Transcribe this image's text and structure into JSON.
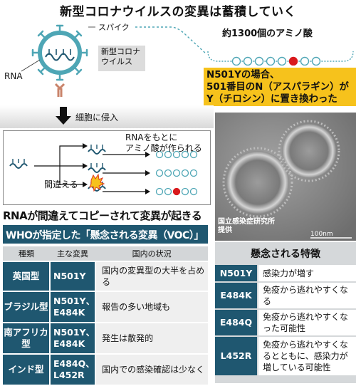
{
  "title": "新型コロナウイルスの変異は蓄積していく",
  "virus": {
    "spike_label": "スパイク",
    "name_line1": "新型コロナ",
    "name_line2": "ウイルス",
    "rna_label": "RNA"
  },
  "amino": {
    "heading": "約1300個のアミノ酸",
    "mutation_line1": "N501Yの場合、",
    "mutation_line2": "501番目のN（アスパラギン）が",
    "mutation_line3": "Y（チロシン）に置き換わった"
  },
  "entry_label": "細胞に侵入",
  "rna_panel": {
    "line1": "RNAをもとに",
    "line2": "アミノ酸が作られる",
    "mistake_label": "間違える"
  },
  "rna_caption": "RNAが間違えてコピーされて変異が起きる",
  "photo": {
    "credit_line1": "国立感染症研究所",
    "credit_line2": "提供",
    "scale": "100nm"
  },
  "who": {
    "title": "WHOが指定した「懸念される変異（VOC）」",
    "headers": [
      "種類",
      "主な変異",
      "国内の状況"
    ],
    "rows": [
      {
        "type": "英国型",
        "mutations": "N501Y",
        "status": "国内の変異型の大半を占める"
      },
      {
        "type": "ブラジル型",
        "mutations": "N501Y、E484K",
        "status": "報告の多い地域も"
      },
      {
        "type": "南アフリカ型",
        "mutations": "N501Y、E484K",
        "status": "発生は散発的"
      },
      {
        "type": "インド型",
        "mutations": "E484Q、L452R",
        "status": "国内での感染確認は少なく"
      }
    ]
  },
  "features": {
    "title": "懸念される特徴",
    "rows": [
      {
        "mutation": "N501Y",
        "description": "感染力が増す"
      },
      {
        "mutation": "E484K",
        "description": "免疫から逃れやすくなる"
      },
      {
        "mutation": "E484Q",
        "description": "免疫から逃れやすくなった可能性"
      },
      {
        "mutation": "L452R",
        "description": "免疫から逃れやすくなるとともに、感染力が増している可能性"
      }
    ]
  },
  "colors": {
    "teal": "#1f5770",
    "virus_ring": "#4ea6b5",
    "highlight": "#f6c21c",
    "mutation_bead": "#d9191c"
  }
}
